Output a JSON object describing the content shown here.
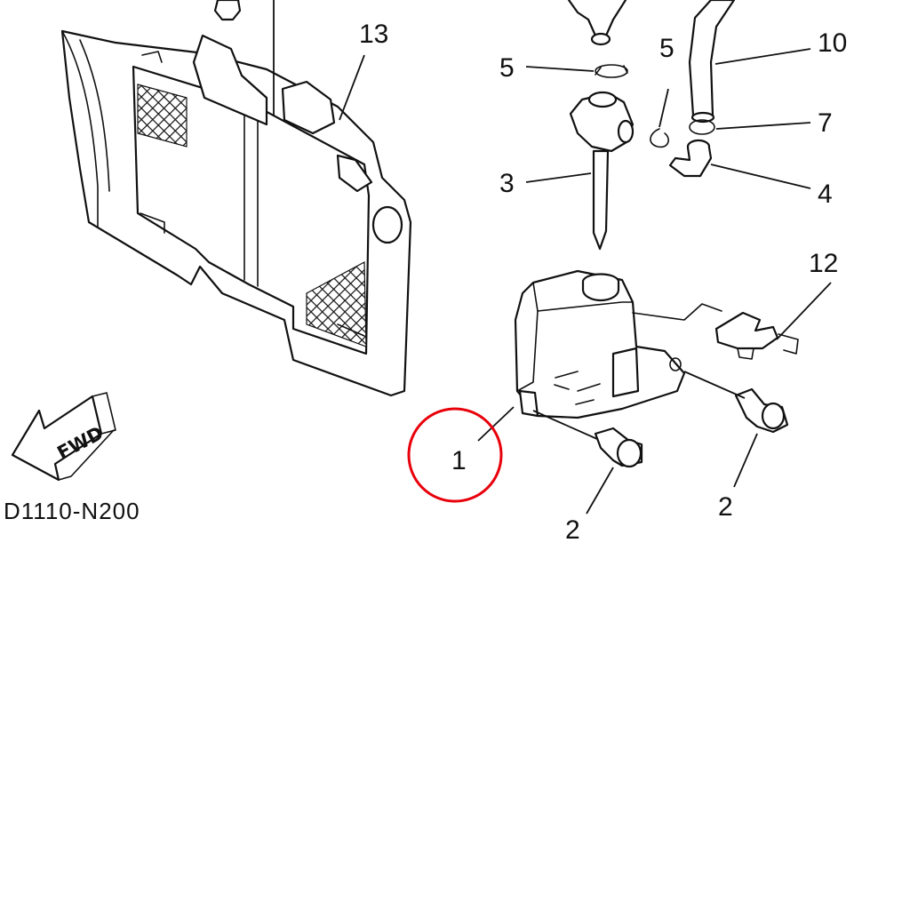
{
  "diagram": {
    "code": "D1110-N200",
    "fwd_label": "FWD",
    "highlight_color": "#e8000b",
    "callouts": {
      "c1": "1",
      "c2a": "2",
      "c2b": "2",
      "c3": "3",
      "c4": "4",
      "c5a": "5",
      "c5b": "5",
      "c7": "7",
      "c10": "10",
      "c12": "12",
      "c13": "13"
    },
    "parts": [
      "radiator-shroud",
      "coolant-reservoir-tank",
      "bolt",
      "filler-pipe",
      "hose-fitting",
      "hose-clip",
      "hose-clamp",
      "breather-hose",
      "hose-holder-bracket",
      "radiator-cover-bracket",
      "fwd-arrow-icon"
    ]
  }
}
